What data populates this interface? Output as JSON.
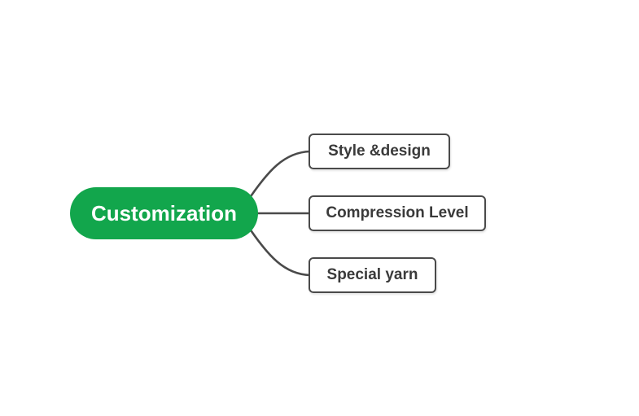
{
  "mindmap": {
    "root": {
      "label": "Customization",
      "fill_color": "#12a64c",
      "text_color": "#ffffff"
    },
    "children": [
      {
        "label": "Style &design"
      },
      {
        "label": "Compression Level"
      },
      {
        "label": "Special yarn"
      }
    ],
    "child_border_color": "#4a4a4a",
    "child_text_color": "#3a3a3a",
    "connector_color": "#4a4a4a",
    "background_color": "#ffffff"
  }
}
